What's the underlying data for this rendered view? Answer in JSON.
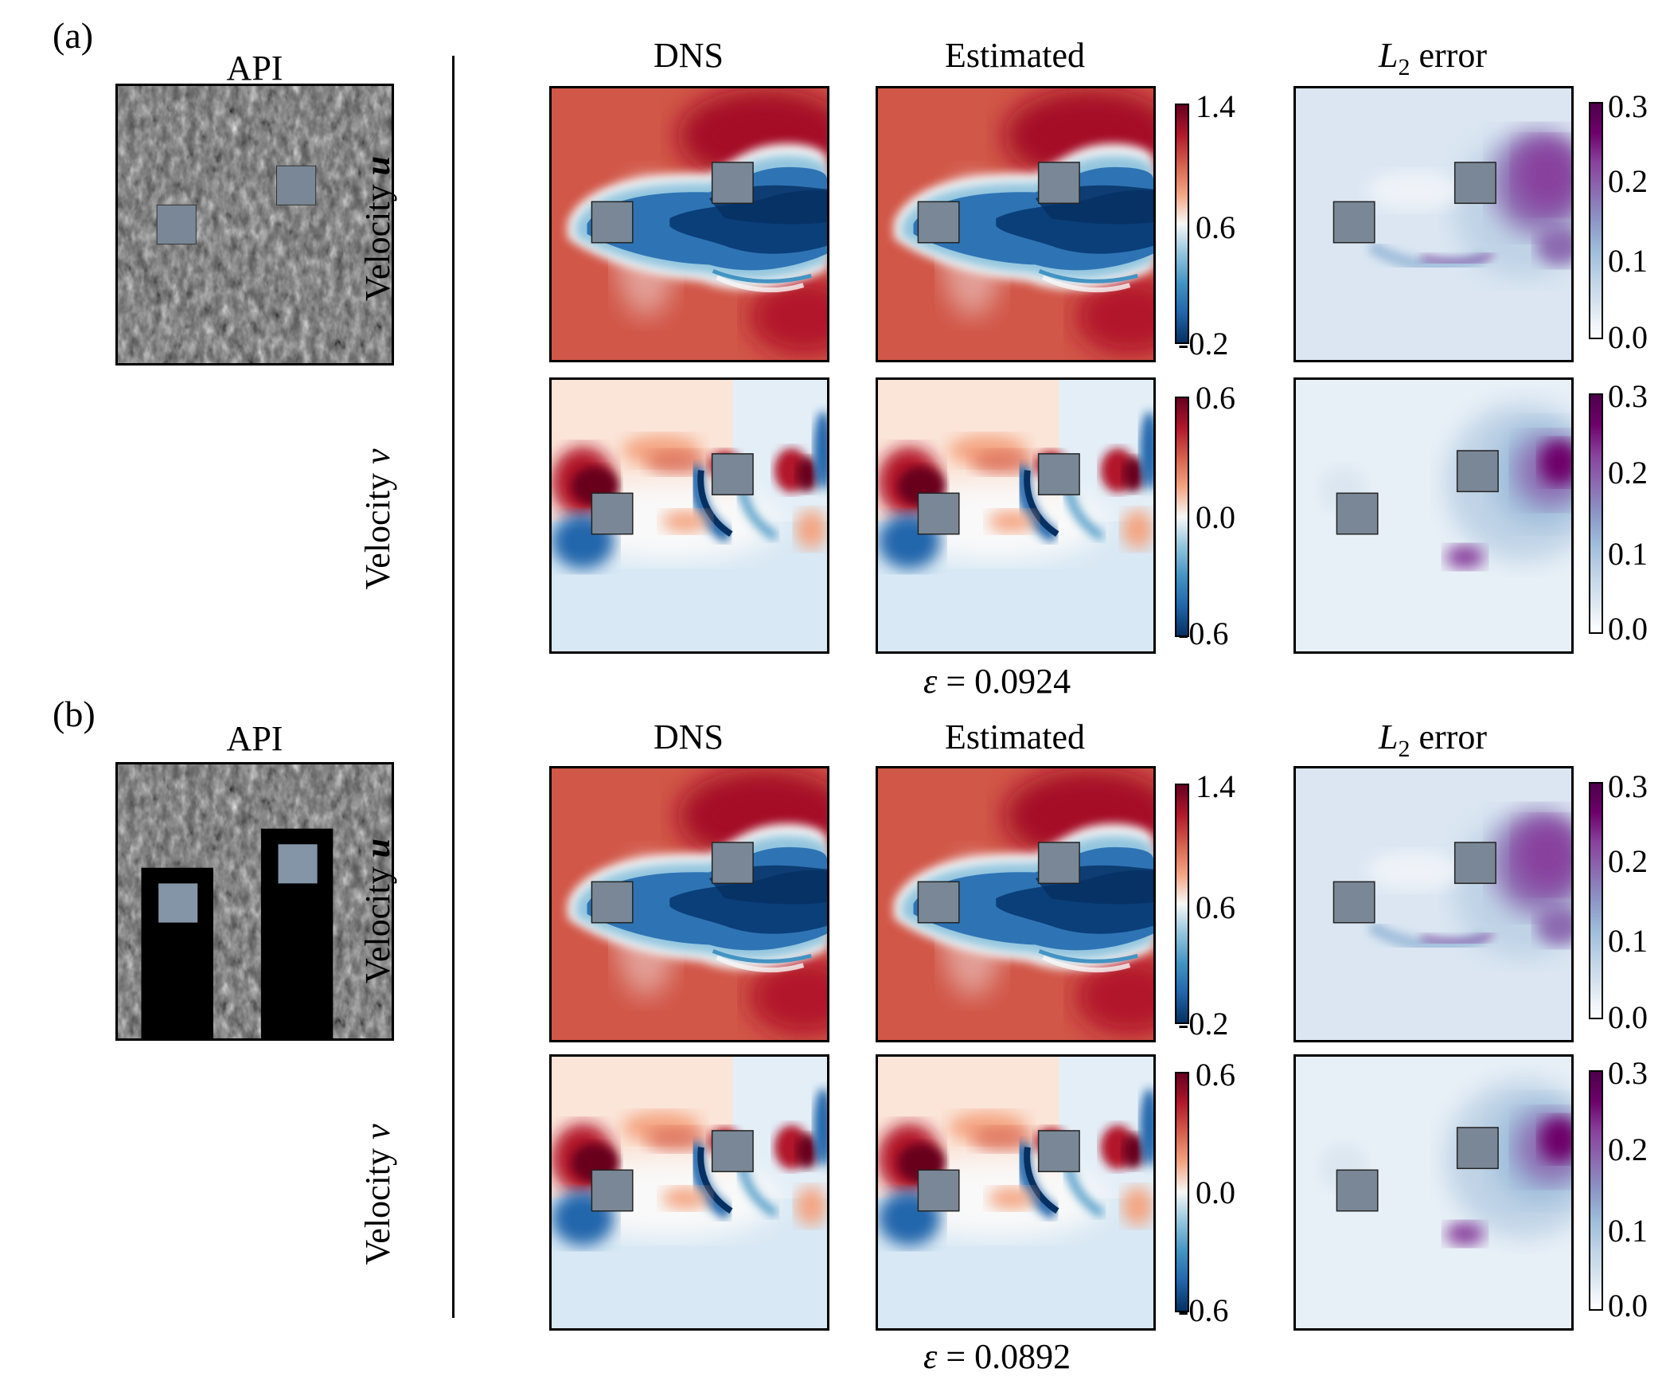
{
  "panel_a": {
    "label": "(a)",
    "api_title": "API"
  },
  "panel_b": {
    "label": "(b)",
    "api_title": "API"
  },
  "columns": {
    "dns": "DNS",
    "estimated": "Estimated",
    "l2_error_symbol": "L",
    "l2_error_sub": "2",
    "l2_error_word": "error"
  },
  "rows": {
    "velocity_u_prefix": "Velocity ",
    "velocity_u_var": "u",
    "velocity_v_prefix": "Velocity ",
    "velocity_v_var": "v"
  },
  "colorbars": {
    "u": {
      "max": "1.4",
      "mid": "0.6",
      "min": "-0.2",
      "colors": [
        "#053061",
        "#2166ac",
        "#4393c3",
        "#92c5de",
        "#f7f7f7",
        "#f4a582",
        "#d6604d",
        "#b2182b",
        "#67001f"
      ]
    },
    "v": {
      "max": "0.6",
      "mid": "0.0",
      "min": "-0.6",
      "colors": [
        "#053061",
        "#2166ac",
        "#4393c3",
        "#92c5de",
        "#f7f7f7",
        "#f4a582",
        "#d6604d",
        "#b2182b",
        "#67001f"
      ]
    },
    "err": {
      "t3": "0.3",
      "t2": "0.2",
      "t1": "0.1",
      "t0": "0.0",
      "colors": [
        "#ffffff",
        "#dbe6f0",
        "#bfd3e6",
        "#9ebcda",
        "#8c96c6",
        "#8c6bb1",
        "#88419d",
        "#6e016b",
        "#4d004b"
      ]
    }
  },
  "epsilon": {
    "a": {
      "symbol": "ε",
      "eq": " = ",
      "value": "0.0924"
    },
    "b": {
      "symbol": "ε",
      "eq": " = ",
      "value": "0.0892"
    }
  },
  "colors": {
    "obstacle": "#7a8796",
    "obstacle_light": "#8595a8",
    "red_bg": "#d6604d",
    "blue_core": "#1f5fa5",
    "error_bg": "#dbe6f2",
    "error_purple": "#88419d"
  }
}
